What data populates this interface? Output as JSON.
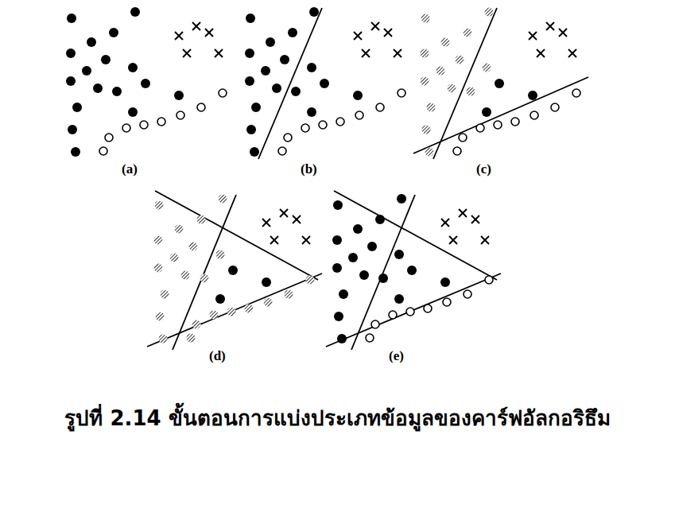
{
  "diagram": {
    "caption": "รูปที่ 2.14 ขั้นตอนการแบ่งประเภทข้อมูลของคาร์ฟอัลกอริธึม",
    "labels": [
      "(a)",
      "(b)",
      "(c)",
      "(d)",
      "(e)"
    ]
  }
}
